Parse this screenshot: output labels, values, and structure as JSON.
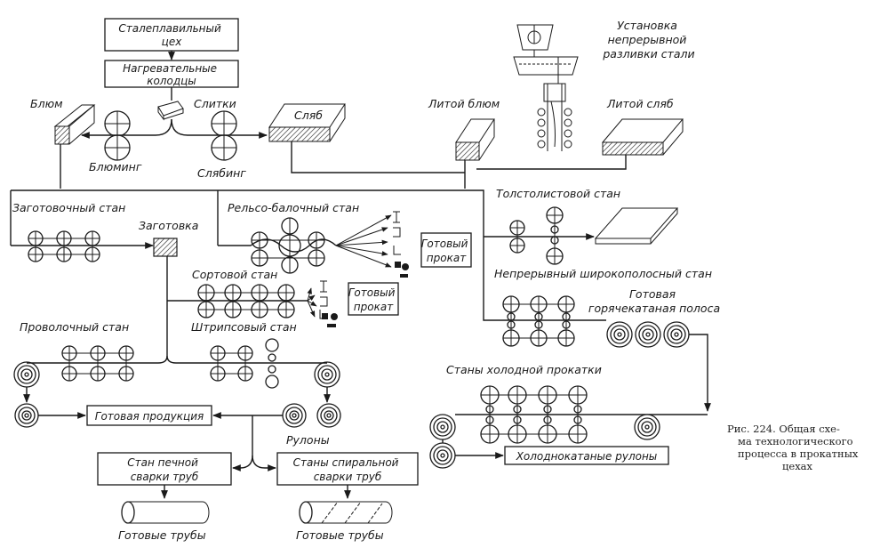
{
  "figure": {
    "caption": "Рис. 224. Общая схе-\nма технологического\nпроцесса в прокатных\nцехах"
  },
  "labels": {
    "steel_shop": "Сталеплавильный\nцех",
    "soaking_pits": "Нагревательные\nколодцы",
    "bloom": "Блюм",
    "ingots": "Слитки",
    "slab": "Сляб",
    "blooming": "Блюминг",
    "slabbing": "Слябинг",
    "ccm": "Установка\nнепрерывной\nразливки стали",
    "cast_bloom": "Литой блюм",
    "cast_slab": "Литой сляб",
    "billet_mill": "Заготовочный стан",
    "billet": "Заготовка",
    "rail_mill": "Рельсо-балочный стан",
    "finished_rolled_1": "Готовый\nпрокат",
    "section_mill": "Сортовой стан",
    "finished_rolled_2": "Готовый\nпрокат",
    "strip_mill": "Штрипсовый стан",
    "wire_mill": "Проволочный стан",
    "finished_products": "Готовая продукция",
    "coils": "Рулоны",
    "furnace_weld": "Стан печной\nсварки труб",
    "spiral_weld": "Станы спиральной\nсварки труб",
    "pipes_1": "Готовые трубы",
    "pipes_2": "Готовые трубы",
    "plate_mill": "Толстолистовой стан",
    "hot_strip_mill": "Непрерывный широкополосный стан",
    "hot_strip": "Готовая\nгорячекатаная полоса",
    "cold_mills": "Станы холодной прокатки",
    "cold_coils": "Холоднокатаные рулоны"
  }
}
